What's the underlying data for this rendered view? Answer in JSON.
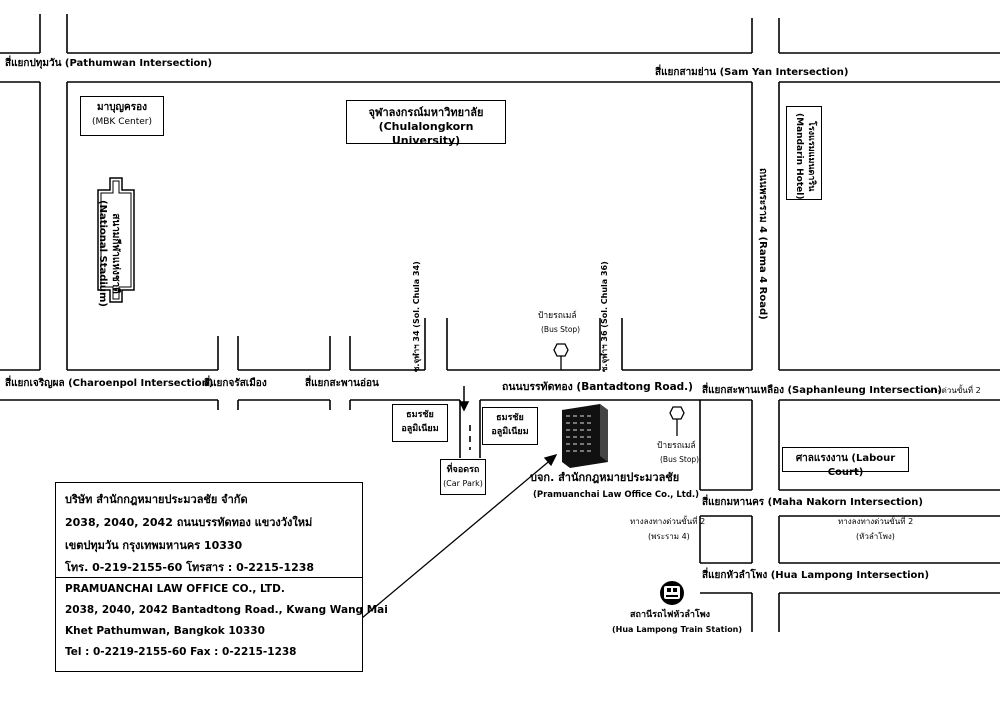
{
  "intersections": {
    "pathumwan": "สี่แยกปทุมวัน (Pathumwan Intersection)",
    "sam_yan": "สี่แยกสามย่าน (Sam Yan Intersection)",
    "charoenpol": "สี่แยกเจริญผล (Charoenpol Intersection)",
    "charoen_mueang": "สี่แยกจรัสเมือง",
    "saphan_on": "สี่แยกสะพานอ่อน",
    "saphanleung": "สี่แยกสะพานเหลือง (Saphanleung Intersection)",
    "maha_nakorn": "สี่แยกมหานคร (Maha Nakorn Intersection)",
    "hua_lampong": "สี่แยกหัวลำโพง (Hua Lampong Intersection)"
  },
  "places": {
    "mbk_th": "มาบุญครอง",
    "mbk_en": "(MBK Center)",
    "chula_th": "จุฬาลงกรณ์มหาวิทยาลัย",
    "chula_en": "(Chulalongkorn University)",
    "stadium_th": "สนามกีฬาแห่งชาติ",
    "stadium_en": "(National Stadium)",
    "mandarin_th": "โรงแรมแมนดาริน",
    "mandarin_en": "(Mandarin Hotel)",
    "labour_court": "ศาลแรงงาน (Labour Court)",
    "aluminium_1_l1": "ธมรชัย",
    "aluminium_1_l2": "อลูมิเนียม",
    "aluminium_2_l1": "ธมรชัย",
    "aluminium_2_l2": "อลูมิเนียม",
    "car_park_th": "ที่จอดรถ",
    "car_park_en": "(Car Park)",
    "office_th": "บจก. สำนักกฎหมายประมวลชัย",
    "office_en": "(Pramuanchai Law Office Co., Ltd.)",
    "station_th": "สถานีรถไฟหัวลำโพง",
    "station_en": "(Hua Lampong Train Station)"
  },
  "roads": {
    "rama4": "ถนนพระราม 4 (Rama 4 Road)",
    "bantadtong": "ถนนบรรทัดทอง (Bantadtong Road.)",
    "soi_chula_34": "ซ.จุฬาฯ 34 (Sol. Chula 34)",
    "soi_chula_36": "ซ.จุฬาฯ 36 (Sol. Chula 36)",
    "expressway_2": "ทางด่วนขั้นที่ 2",
    "expressway_rama4_l1": "ทางลงทางด่วนขั้นที่ 2",
    "expressway_rama4_l2": "(พระราม 4)",
    "expressway_hua_l1": "ทางลงทางด่วนขั้นที่ 2",
    "expressway_hua_l2": "(หัวลำโพง)"
  },
  "bus_stops": {
    "stop1_th": "ป้ายรถเมล์",
    "stop1_en": "(Bus Stop)",
    "stop2_th": "ป้ายรถเมล์",
    "stop2_en": "(Bus Stop)"
  },
  "contact": {
    "company_th": "บริษัท สำนักกฎหมายประมวลชัย จำกัด",
    "address_th_1": "2038, 2040, 2042 ถนนบรรทัดทอง แขวงวังใหม่",
    "address_th_2": "เขตปทุมวัน กรุงเทพมหานคร 10330",
    "phone_th": "โทร. 0-219-2155-60  โทรสาร : 0-2215-1238",
    "company_en": "PRAMUANCHAI LAW OFFICE CO., LTD.",
    "address_en_1": "2038, 2040, 2042 Bantadtong Road., Kwang Wang Mai",
    "address_en_2": "Khet Pathumwan, Bangkok 10330",
    "phone_en": "Tel : 0-2219-2155-60   Fax : 0-2215-1238"
  }
}
